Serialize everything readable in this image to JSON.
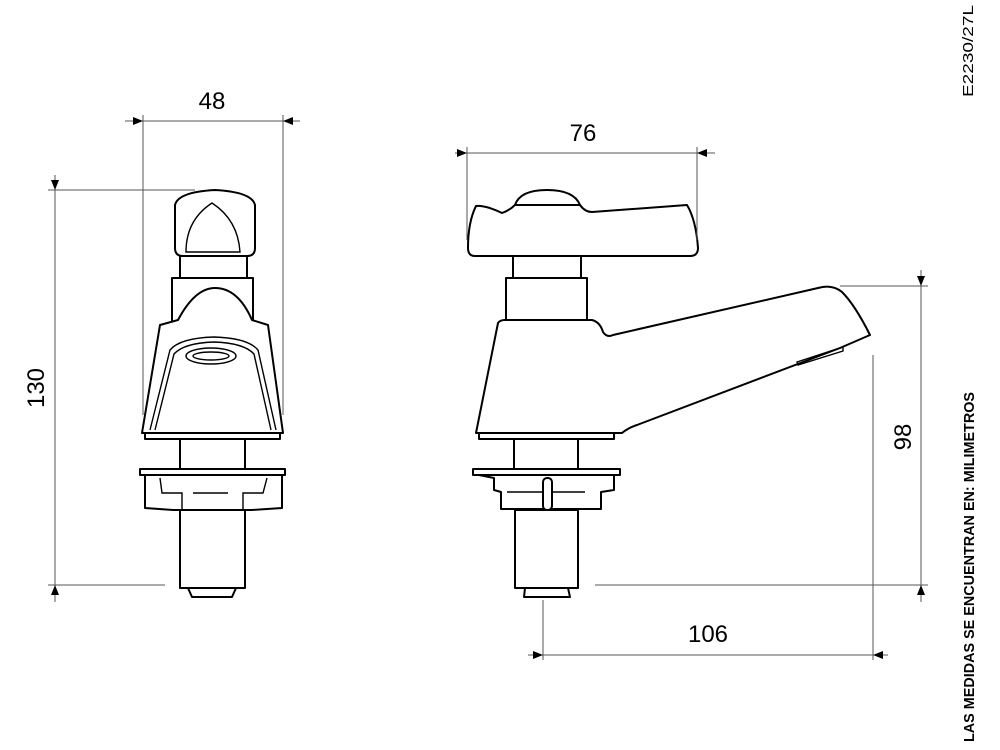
{
  "drawing": {
    "code": "E2230/27L",
    "units_note": "LAS MEDIDAS SE ENCUENTRAN EN: MILIMETROS"
  },
  "dimensions": {
    "front_width": "48",
    "total_height": "130",
    "handle_width": "76",
    "spout_height": "98",
    "spout_reach": "106"
  }
}
